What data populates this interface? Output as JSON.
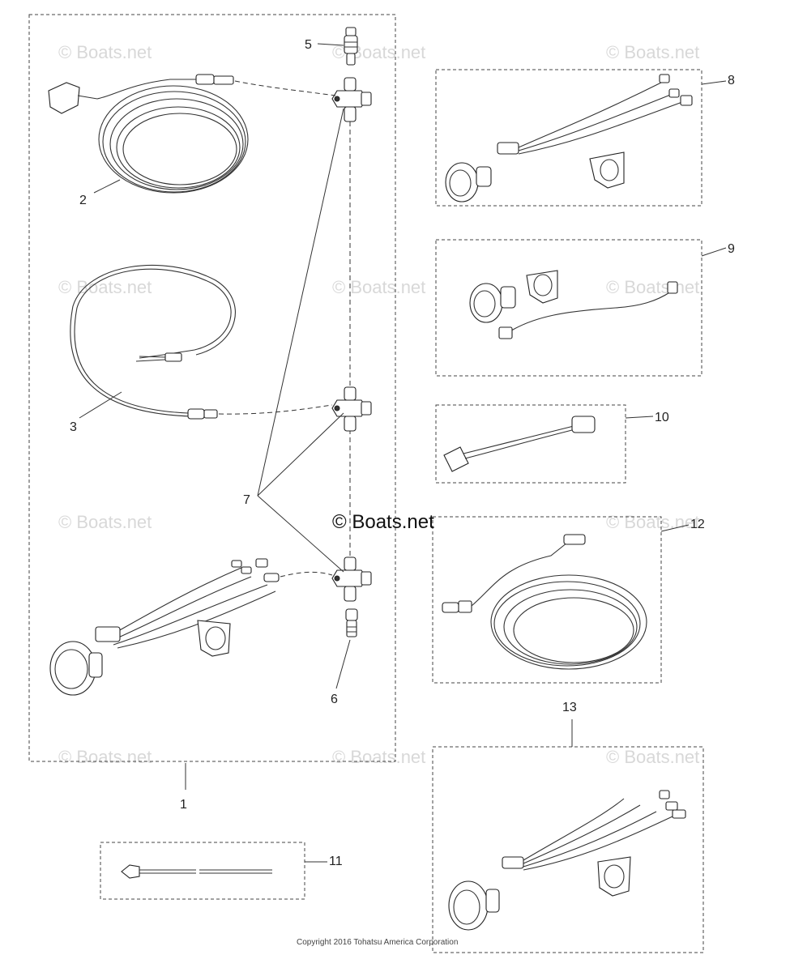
{
  "callouts": {
    "c1": "1",
    "c2": "2",
    "c3": "3",
    "c5": "5",
    "c6": "6",
    "c7": "7",
    "c8": "8",
    "c9": "9",
    "c10": "10",
    "c11": "11",
    "c12": "12",
    "c13": "13"
  },
  "watermark": "© Boats.net",
  "brand": "© Boats.net",
  "copyright": "Copyright 2016 Tohatsu America Corporation"
}
